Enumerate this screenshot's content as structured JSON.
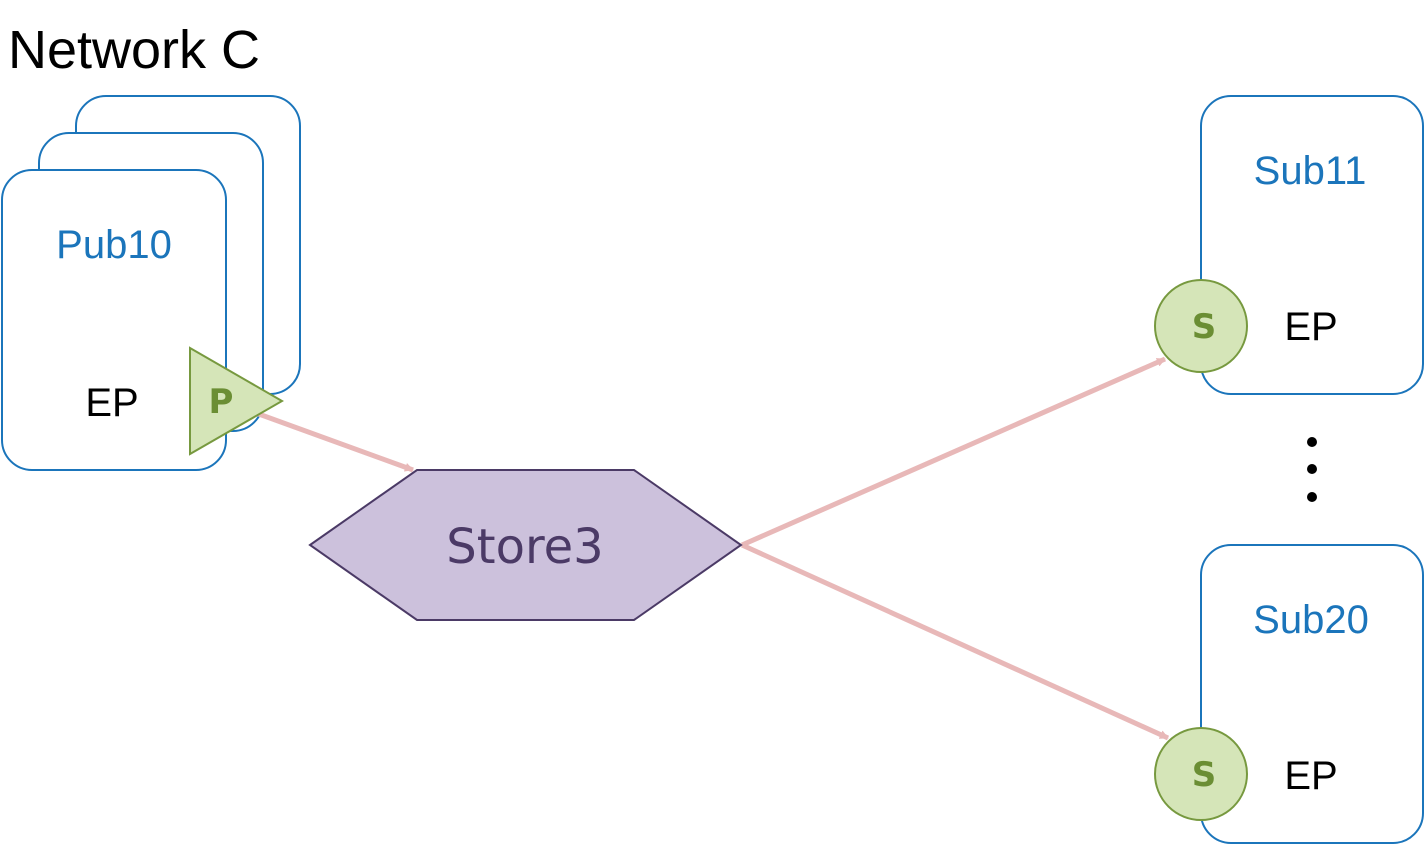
{
  "title": "Network C",
  "publisher": {
    "label": "Pub10",
    "endpoint_label": "EP",
    "badge": "P"
  },
  "store": {
    "label": "Store3"
  },
  "subscribers": [
    {
      "label": "Sub11",
      "endpoint_label": "EP",
      "badge": "S"
    },
    {
      "label": "Sub20",
      "endpoint_label": "EP",
      "badge": "S"
    }
  ],
  "ellipsis": "⋮",
  "colors": {
    "node_border": "#1b75bb",
    "node_label": "#1b75bb",
    "badge_fill": "#d5e5b8",
    "badge_border": "#77993f",
    "badge_text": "#6b8e34",
    "store_fill": "#ccc1dc",
    "store_border": "#4b3a66",
    "store_text": "#4b3a66",
    "arrow": "#e8b8b8"
  }
}
